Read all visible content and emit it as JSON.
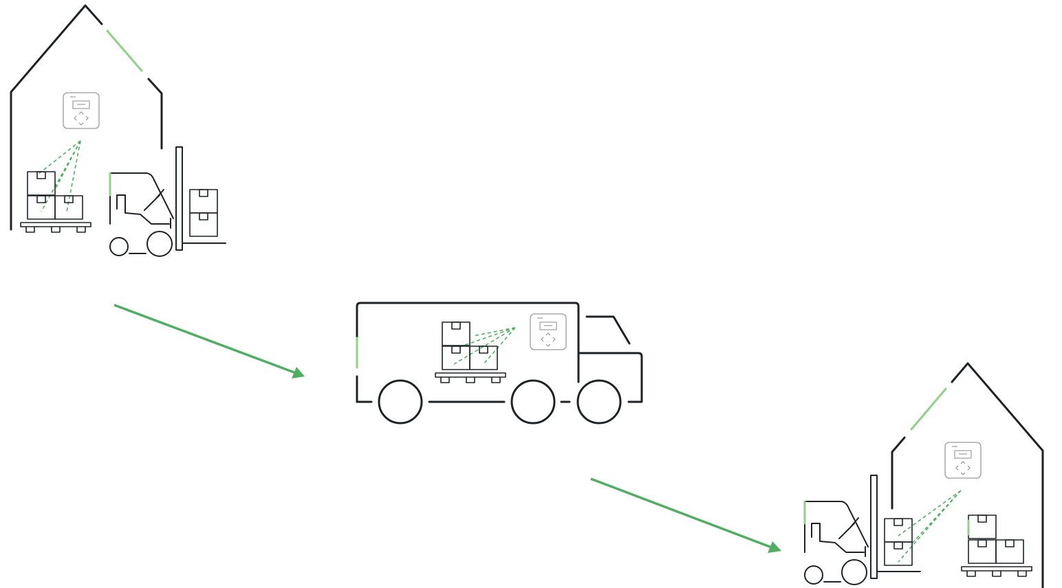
{
  "diagram": {
    "stages": [
      "origin-warehouse",
      "truck-transport",
      "destination-warehouse"
    ],
    "connectors": [
      "arrow-warehouse-to-truck",
      "arrow-truck-to-warehouse"
    ]
  },
  "colors": {
    "ink": "#1c2226",
    "accent": "#4fae5f",
    "accent_light": "#8fd186",
    "device_gray": "#9a9a9a"
  },
  "icons": [
    "warehouse-icon",
    "forklift-icon",
    "pallet-icon",
    "box-icon",
    "scanner-device-icon",
    "truck-icon",
    "arrow-icon"
  ]
}
